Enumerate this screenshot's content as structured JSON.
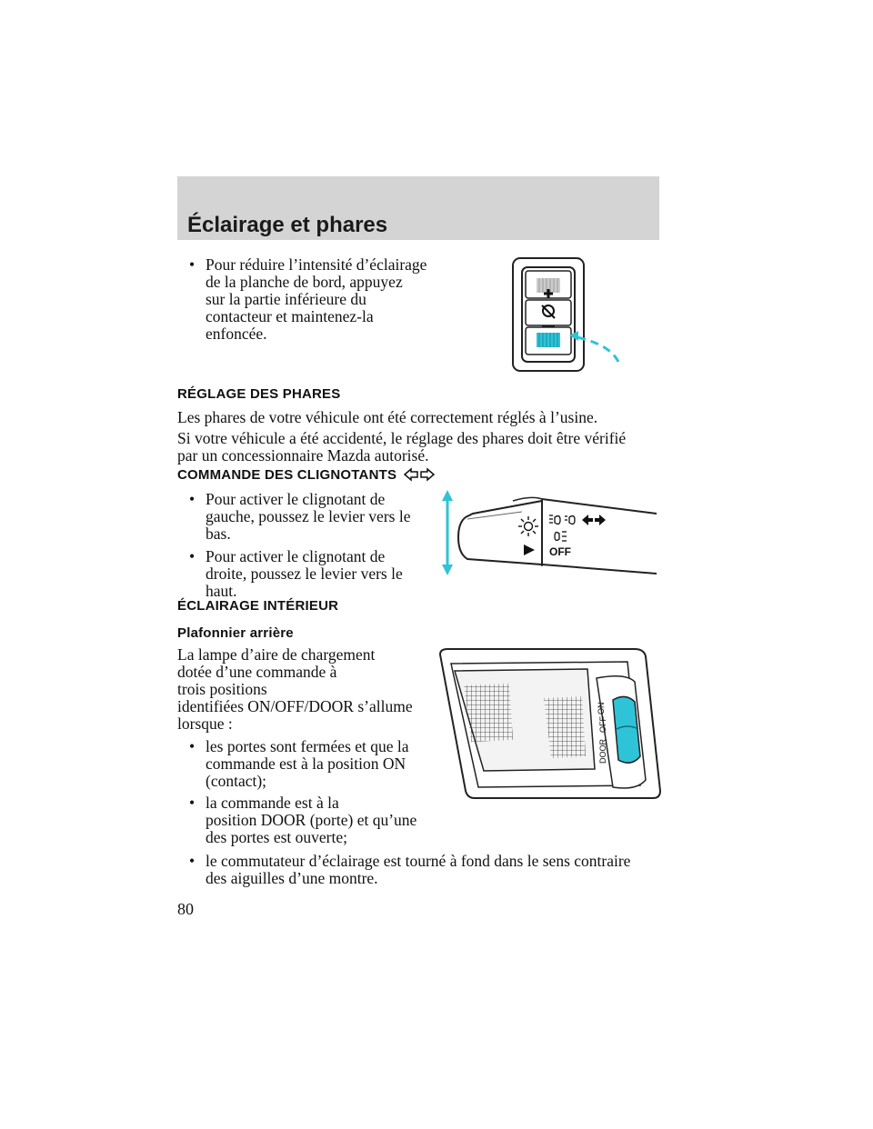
{
  "header": {
    "title": "Éclairage et phares"
  },
  "dimmer_section": {
    "bullet": "Pour réduire l’intensité d’éclairage de la planche de bord, appuyez sur la partie inférieure du contacteur et maintenez-la enfoncée.",
    "lines": [
      "Pour réduire l’intensité d’éclairage",
      "de la planche de bord, appuyez",
      "sur la partie inférieure du",
      "contacteur et maintenez-la",
      "enfoncée."
    ]
  },
  "headlamp_aim": {
    "heading": "RÉGLAGE DES PHARES",
    "para1": "Les phares de votre véhicule ont été correctement réglés à l’usine.",
    "para2_line1": "Si votre véhicule a été accidenté, le réglage des phares doit être vérifié",
    "para2_line2": "par un concessionnaire Mazda autorisé."
  },
  "turn_signal": {
    "heading": "COMMANDE DES CLIGNOTANTS",
    "bullet1_lines": [
      "Pour activer le clignotant de",
      "gauche, poussez le levier vers le",
      "bas."
    ],
    "bullet2_lines": [
      "Pour activer le clignotant de",
      "droite, poussez le levier vers le",
      "haut."
    ],
    "figure_label": "OFF"
  },
  "interior": {
    "heading": "ÉCLAIRAGE INTÉRIEUR",
    "subheading": "Plafonnier arrière",
    "intro_lines": [
      "La lampe d’aire de chargement",
      "dotée d’une commande à",
      "trois positions",
      "identifiées ON/OFF/DOOR s’allume",
      "lorsque :"
    ],
    "bullet1_lines": [
      "les portes sont fermées et que la",
      "commande est à la position ON",
      "(contact);"
    ],
    "bullet2_lines": [
      "la commande est à la",
      "position DOOR (porte) et qu’une",
      "des portes est ouverte;"
    ],
    "bullet3_lines": [
      "le commutateur d’éclairage est tourné à fond dans le sens contraire",
      "des aiguilles d’une montre."
    ],
    "switch_labels": {
      "door": "DOOR",
      "off": "OFF",
      "on": "ON"
    }
  },
  "bullet_char": "•",
  "page_number": "80",
  "colors": {
    "header_band": "#d4d4d4",
    "accent_cyan": "#2fc3d8"
  }
}
